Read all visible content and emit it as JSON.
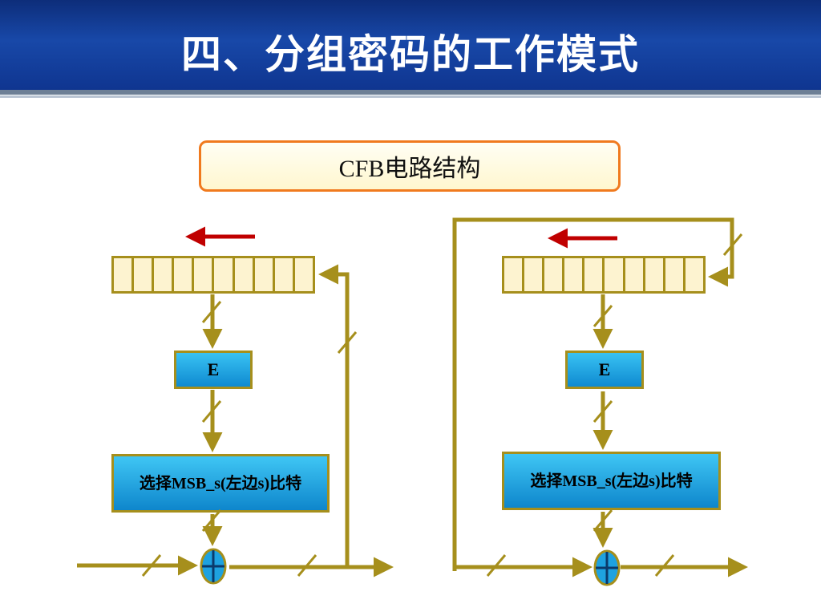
{
  "slide": {
    "title": "四、分组密码的工作模式"
  },
  "diagram": {
    "title": "CFB电路结构",
    "left": {
      "encrypt_label": "E",
      "select_label": "选择MSB_s(左边s)比特"
    },
    "right": {
      "encrypt_label": "E",
      "select_label": "选择MSB_s(左边s)比特"
    }
  },
  "colors": {
    "header": "#1848a8",
    "wire": "#a68f1c",
    "shift_arrow": "#c00000",
    "box": "#1ea2e0",
    "title_border": "#f07a1e"
  }
}
